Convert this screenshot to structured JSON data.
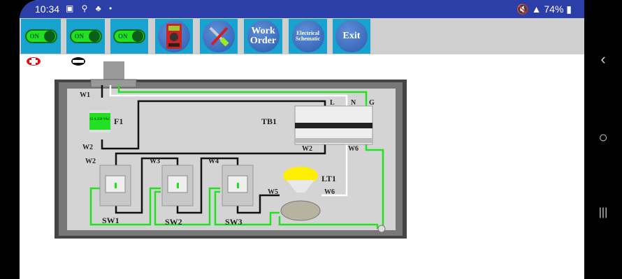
{
  "status_bar": {
    "time": "10:34",
    "left_icons": "▣ ⚲ ♣ •",
    "battery": "74%"
  },
  "toolbar": {
    "toggles": [
      {
        "label": "ON"
      },
      {
        "label": "ON"
      },
      {
        "label": "ON"
      }
    ],
    "multimeter_icon": "multimeter-icon",
    "tools_icon": "tools-icon",
    "work_order": "Work Order",
    "electrical_schematic": "Electrical Schematic",
    "exit": "Exit"
  },
  "diagram": {
    "labels": {
      "w1": "W1",
      "w2_fuse": "W2",
      "f1": "F1",
      "fuse_text": "15 A 250 VAC",
      "tb1": "TB1",
      "l": "L",
      "n": "N",
      "g": "G",
      "tb_w2": "W2",
      "tb_w6": "W6",
      "sw1_w2": "W2",
      "w3": "W3",
      "w4": "W4",
      "sw1": "SW1",
      "sw2": "SW2",
      "sw3": "SW3",
      "lt1": "LT1",
      "w5": "W5",
      "lt_w6": "W6"
    },
    "colors": {
      "hot": "#111111",
      "neutral": "#ffffff",
      "ground": "#22e022",
      "bulb": "#ffee00"
    }
  },
  "nav": {
    "back": "‹",
    "home": "○",
    "recents": "|||"
  }
}
